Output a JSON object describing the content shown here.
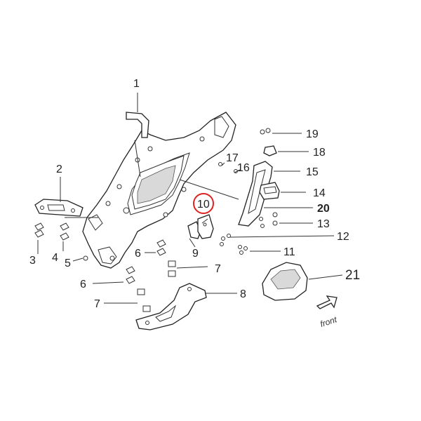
{
  "callouts": [
    {
      "id": "1",
      "text": "1"
    },
    {
      "id": "2",
      "text": "2"
    },
    {
      "id": "3",
      "text": "3"
    },
    {
      "id": "4",
      "text": "4"
    },
    {
      "id": "5",
      "text": "5"
    },
    {
      "id": "6a",
      "text": "6"
    },
    {
      "id": "6b",
      "text": "6"
    },
    {
      "id": "7a",
      "text": "7"
    },
    {
      "id": "7b",
      "text": "7"
    },
    {
      "id": "8",
      "text": "8"
    },
    {
      "id": "9",
      "text": "9"
    },
    {
      "id": "10",
      "text": "10"
    },
    {
      "id": "11",
      "text": "11"
    },
    {
      "id": "12",
      "text": "12"
    },
    {
      "id": "13",
      "text": "13"
    },
    {
      "id": "14",
      "text": "14"
    },
    {
      "id": "15",
      "text": "15"
    },
    {
      "id": "16",
      "text": "16"
    },
    {
      "id": "17",
      "text": "17"
    },
    {
      "id": "18",
      "text": "18"
    },
    {
      "id": "19",
      "text": "19"
    },
    {
      "id": "20",
      "text": "20"
    },
    {
      "id": "21",
      "text": "21"
    }
  ],
  "direction_label": "front",
  "highlight_color": "#e02020"
}
